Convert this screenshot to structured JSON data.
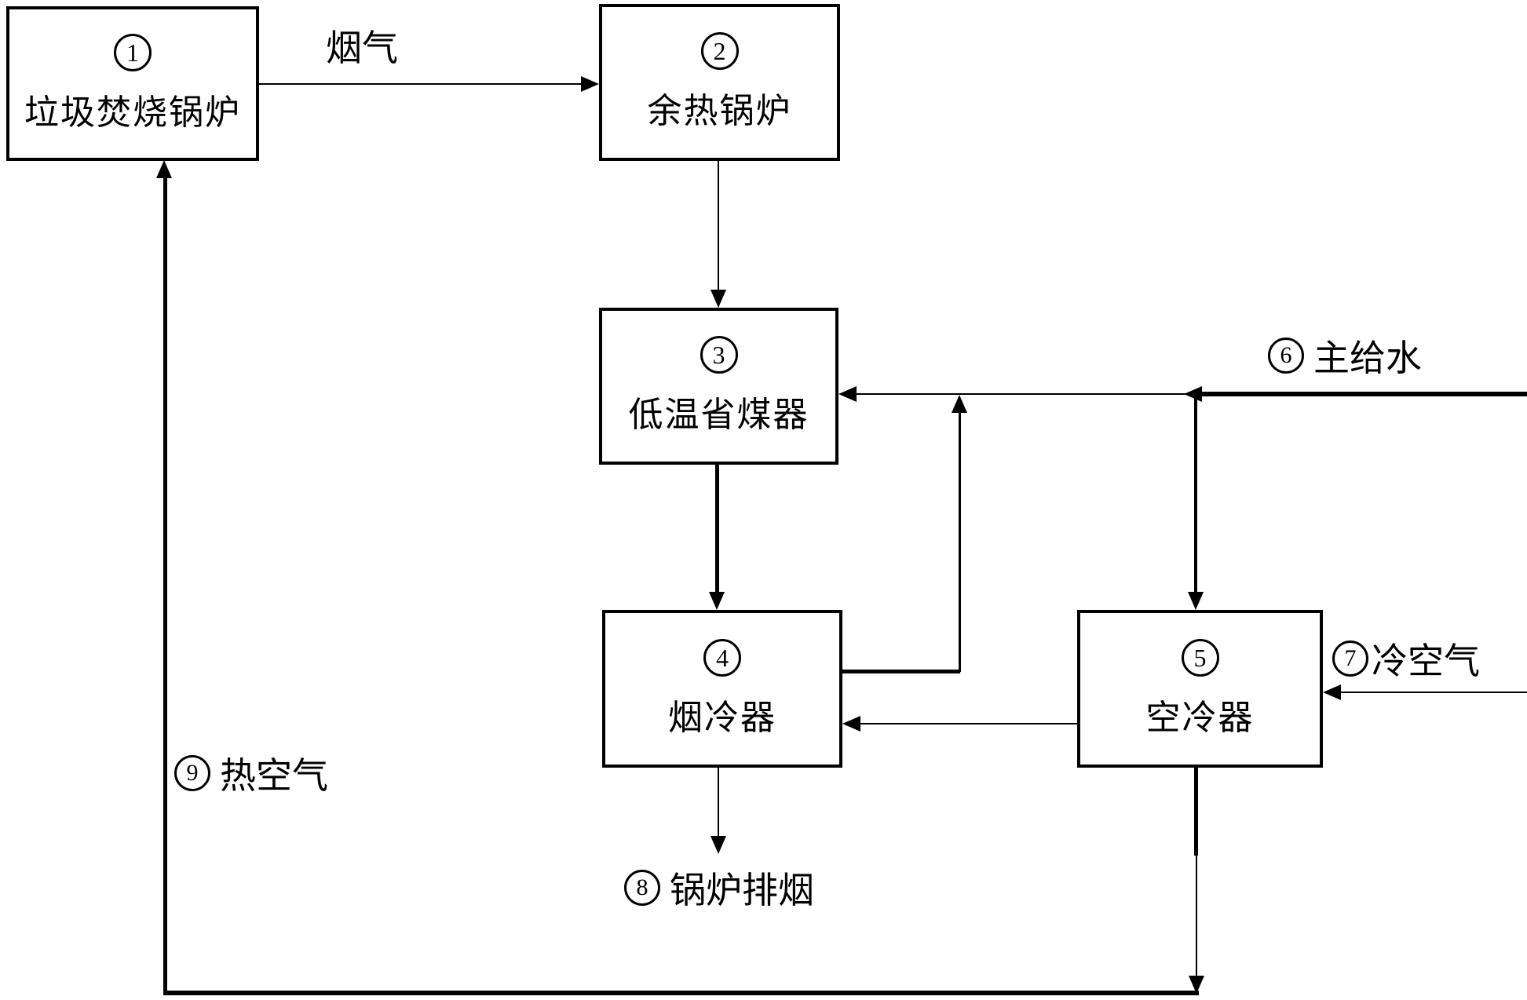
{
  "diagram": {
    "colors": {
      "background": "#ffffff",
      "line": "#000000",
      "text": "#000000"
    },
    "boxes": [
      {
        "num": "1",
        "label": "垃圾焚烧锅炉"
      },
      {
        "num": "2",
        "label": "余热锅炉"
      },
      {
        "num": "3",
        "label": "低温省煤器"
      },
      {
        "num": "4",
        "label": "烟冷器"
      },
      {
        "num": "5",
        "label": "空冷器"
      }
    ],
    "stream_labels": [
      {
        "num": "",
        "text": "烟气"
      },
      {
        "num": "6",
        "text": "主给水"
      },
      {
        "num": "7",
        "text": "冷空气"
      },
      {
        "num": "8",
        "text": "锅炉排烟"
      },
      {
        "num": "9",
        "text": "热空气"
      }
    ],
    "connections": [
      {
        "from": "垃圾焚烧锅炉",
        "to": "余热锅炉",
        "label": "烟气"
      },
      {
        "from": "余热锅炉",
        "to": "低温省煤器"
      },
      {
        "from": "低温省煤器",
        "to": "烟冷器"
      },
      {
        "from": "烟冷器",
        "to": "锅炉排烟"
      },
      {
        "from": "主给水",
        "to": "低温省煤器"
      },
      {
        "from": "主给水",
        "to": "空冷器"
      },
      {
        "from": "烟冷器",
        "to": "低温省煤器进水管"
      },
      {
        "from": "空冷器",
        "to": "烟冷器"
      },
      {
        "from": "冷空气",
        "to": "空冷器"
      },
      {
        "from": "空冷器",
        "to": "垃圾焚烧锅炉",
        "label": "热空气"
      }
    ]
  }
}
